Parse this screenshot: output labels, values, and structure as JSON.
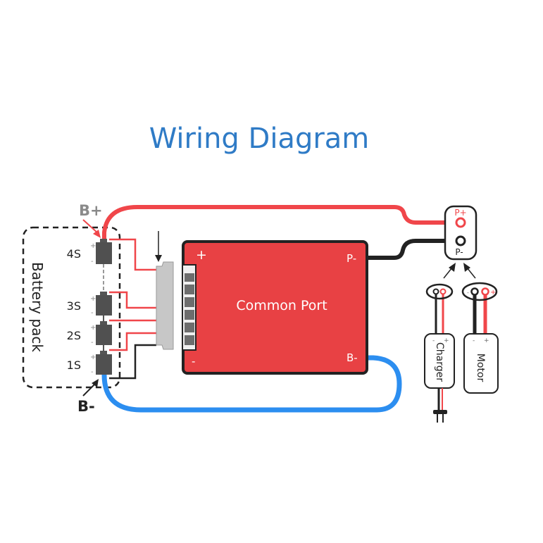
{
  "title": "Wiring Diagram",
  "battery_pack": {
    "label": "Battery pack",
    "cells": [
      {
        "label": "4S",
        "plus": "+",
        "minus": "-"
      },
      {
        "label": "3S",
        "plus": "+",
        "minus": "-"
      },
      {
        "label": "2S",
        "plus": "+",
        "minus": "-"
      },
      {
        "label": "1S",
        "plus": "+",
        "minus": "-"
      }
    ],
    "b_plus": "B+",
    "b_minus": "B-"
  },
  "board": {
    "label": "Common Port",
    "plus": "+",
    "minus": "-",
    "p_minus": "P-",
    "b_minus": "B-"
  },
  "output_port": {
    "p_plus": "P+",
    "p_minus": "P-"
  },
  "charger": {
    "label": "Charger",
    "minus": "-",
    "plus": "+"
  },
  "motor": {
    "label": "Motor",
    "minus": "-",
    "plus": "+"
  },
  "colors": {
    "positive_wire": "#f0464a",
    "negative_wire": "#222222",
    "b_minus_wire": "#2c8ef0",
    "board": "#e84144",
    "title": "#2f7bc6"
  }
}
